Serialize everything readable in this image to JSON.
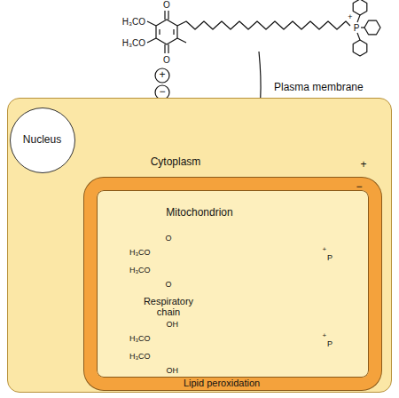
{
  "diagram": {
    "nodes": [
      {
        "text": [
          "Plasma membrane"
        ]
      },
      {
        "text": [
          "Nucleus"
        ],
        "in": 0
      },
      {
        "text": [
          "Mitochondrion"
        ],
        "in": 0
      }
    ],
    "labels": [
      "H₃CO",
      "H₃CO",
      "O",
      "O",
      "P",
      "+",
      "+",
      "−",
      "Cytoplasm",
      "+",
      "−",
      "H₃CO",
      "H₃CO",
      "O",
      "O",
      "P",
      "+",
      "Respiratory chain",
      "H₃CO",
      "H₃CO",
      "OH",
      "OH",
      "P",
      "+",
      "Lipid peroxidation"
    ]
  }
}
